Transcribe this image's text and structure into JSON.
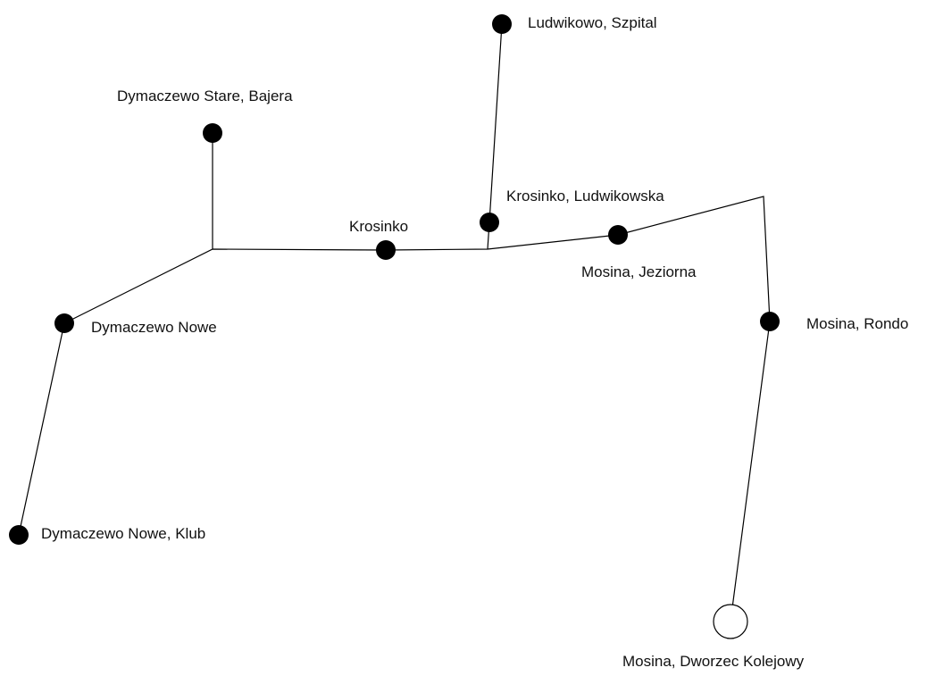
{
  "map": {
    "stops": [
      {
        "id": "ludwikowo-szpital",
        "name": "Ludwikowo, Szpital",
        "type": "stop"
      },
      {
        "id": "dymaczewo-stare-bajera",
        "name": "Dymaczewo Stare, Bajera",
        "type": "stop"
      },
      {
        "id": "krosinko-ludwikowska",
        "name": "Krosinko, Ludwikowska",
        "type": "stop"
      },
      {
        "id": "krosinko",
        "name": "Krosinko",
        "type": "stop"
      },
      {
        "id": "mosina-jeziorna",
        "name": "Mosina, Jeziorna",
        "type": "stop"
      },
      {
        "id": "dymaczewo-nowe",
        "name": "Dymaczewo Nowe",
        "type": "stop"
      },
      {
        "id": "mosina-rondo",
        "name": "Mosina, Rondo",
        "type": "stop"
      },
      {
        "id": "dymaczewo-nowe-klub",
        "name": "Dymaczewo Nowe, Klub",
        "type": "stop"
      },
      {
        "id": "mosina-dworzec-kolejowy",
        "name": "Mosina, Dworzec Kolejowy",
        "type": "terminal"
      }
    ],
    "colors": {
      "line": "#000000",
      "stop_fill": "#000000",
      "terminal_fill": "#ffffff",
      "label": "#111111"
    }
  }
}
